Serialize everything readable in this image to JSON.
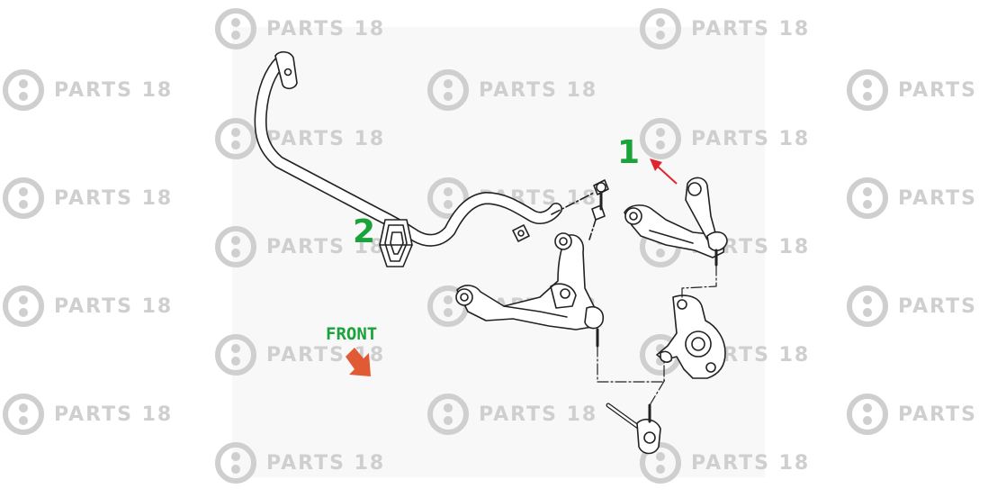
{
  "watermark": {
    "text": "PARTS 18",
    "truncated_text": "PARTS",
    "color": "#cfcfcf",
    "icon": "parts18-logo-icon"
  },
  "callouts": [
    {
      "label": "1",
      "color": "#1aa33a",
      "target": "upper-control-arm"
    },
    {
      "label": "2",
      "color": "#1aa33a",
      "target": "stabilizer-bushing"
    }
  ],
  "front_indicator": {
    "label": "FRONT",
    "label_color": "#1aa33a",
    "arrow_color": "#e05a34"
  },
  "pointer_arrow_color": "#e0262d",
  "line_color": "#222222"
}
